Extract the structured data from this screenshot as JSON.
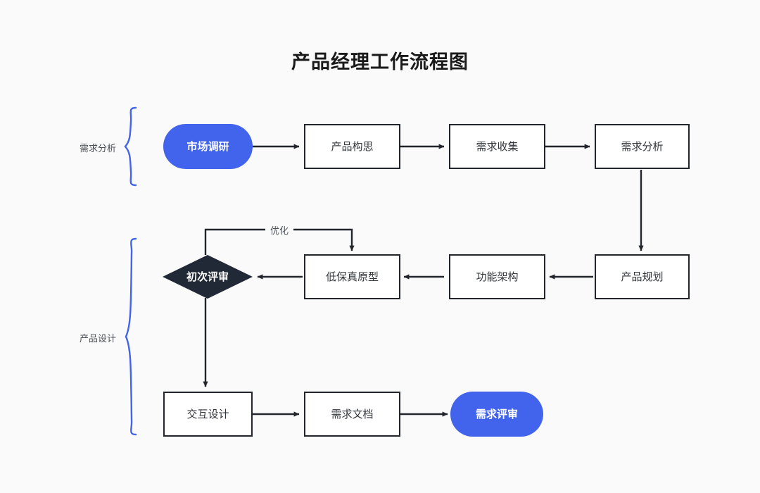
{
  "diagram": {
    "title": "产品经理工作流程图",
    "background_color": "#FAFAFA",
    "accent_color": "#4263EB",
    "decision_color": "#212936",
    "stroke_color": "#22252A",
    "groups": [
      {
        "id": "group-requirements",
        "label": "需求分析",
        "brace_color": "#4263EB"
      },
      {
        "id": "group-design",
        "label": "产品设计",
        "brace_color": "#4263EB"
      }
    ],
    "nodes": [
      {
        "id": "node-market-research",
        "label": "市场调研",
        "shape": "pill",
        "style": "accent"
      },
      {
        "id": "node-product-concept",
        "label": "产品构思",
        "shape": "rect",
        "style": "plain"
      },
      {
        "id": "node-requirement-collection",
        "label": "需求收集",
        "shape": "rect",
        "style": "plain"
      },
      {
        "id": "node-requirement-analysis",
        "label": "需求分析",
        "shape": "rect",
        "style": "plain"
      },
      {
        "id": "node-product-planning",
        "label": "产品规划",
        "shape": "rect",
        "style": "plain"
      },
      {
        "id": "node-function-architecture",
        "label": "功能架构",
        "shape": "rect",
        "style": "plain"
      },
      {
        "id": "node-low-fidelity-prototype",
        "label": "低保真原型",
        "shape": "rect",
        "style": "plain"
      },
      {
        "id": "node-first-review",
        "label": "初次评审",
        "shape": "diamond",
        "style": "decision"
      },
      {
        "id": "node-interaction-design",
        "label": "交互设计",
        "shape": "rect",
        "style": "plain"
      },
      {
        "id": "node-requirement-document",
        "label": "需求文档",
        "shape": "rect",
        "style": "plain"
      },
      {
        "id": "node-requirement-review",
        "label": "需求评审",
        "shape": "pill",
        "style": "accent"
      }
    ],
    "edges": [
      {
        "id": "edge-market-to-concept",
        "from": "市场调研",
        "to": "产品构思",
        "label": ""
      },
      {
        "id": "edge-concept-to-collection",
        "from": "产品构思",
        "to": "需求收集",
        "label": ""
      },
      {
        "id": "edge-collection-to-analysis",
        "from": "需求收集",
        "to": "需求分析",
        "label": ""
      },
      {
        "id": "edge-analysis-to-planning",
        "from": "需求分析",
        "to": "产品规划",
        "label": ""
      },
      {
        "id": "edge-planning-to-architecture",
        "from": "产品规划",
        "to": "功能架构",
        "label": ""
      },
      {
        "id": "edge-architecture-to-prototype",
        "from": "功能架构",
        "to": "低保真原型",
        "label": ""
      },
      {
        "id": "edge-prototype-to-review",
        "from": "低保真原型",
        "to": "初次评审",
        "label": ""
      },
      {
        "id": "edge-review-to-prototype-loop",
        "from": "初次评审",
        "to": "低保真原型",
        "label": "优化"
      },
      {
        "id": "edge-review-to-interaction",
        "from": "初次评审",
        "to": "交互设计",
        "label": ""
      },
      {
        "id": "edge-interaction-to-document",
        "from": "交互设计",
        "to": "需求文档",
        "label": ""
      },
      {
        "id": "edge-document-to-review",
        "from": "需求文档",
        "to": "需求评审",
        "label": ""
      }
    ],
    "edge_labels": {
      "optimize": "优化"
    }
  }
}
